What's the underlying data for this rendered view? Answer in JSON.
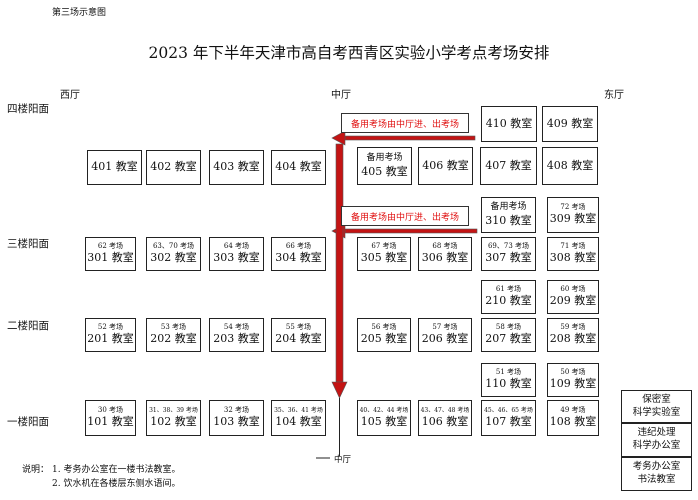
{
  "corner_label": "第三场示意图",
  "title": "2023 年下半年天津市高自考西青区实验小学考点考场安排",
  "halls": {
    "west": "西厅",
    "center": "中厅",
    "east": "东厅",
    "center_bottom": "中厅"
  },
  "floors": {
    "f4": "四楼阳面",
    "f3": "三楼阳面",
    "f2": "二楼阳面",
    "f1": "一楼阳面"
  },
  "notices": {
    "upper": "备用考场由中厅进、出考场",
    "lower": "备用考场由中厅进、出考场"
  },
  "colors": {
    "accent": "#c41414",
    "notice_text": "#e01010",
    "border": "#222222"
  },
  "rooms": {
    "r401": {
      "exam": "",
      "name": "401 教室"
    },
    "r402": {
      "exam": "",
      "name": "402 教室"
    },
    "r403": {
      "exam": "",
      "name": "403 教室"
    },
    "r404": {
      "exam": "",
      "name": "404 教室"
    },
    "r405": {
      "exam": "备用考场",
      "name": "405 教室"
    },
    "r406": {
      "exam": "",
      "name": "406 教室"
    },
    "r407": {
      "exam": "",
      "name": "407 教室"
    },
    "r408": {
      "exam": "",
      "name": "408 教室"
    },
    "r409": {
      "exam": "",
      "name": "409 教室"
    },
    "r410": {
      "exam": "",
      "name": "410 教室"
    },
    "r301": {
      "exam": "62 考场",
      "name": "301 教室"
    },
    "r302": {
      "exam": "63、70 考场",
      "name": "302 教室"
    },
    "r303": {
      "exam": "64 考场",
      "name": "303 教室"
    },
    "r304": {
      "exam": "66 考场",
      "name": "304 教室"
    },
    "r305": {
      "exam": "67 考场",
      "name": "305 教室"
    },
    "r306": {
      "exam": "68 考场",
      "name": "306 教室"
    },
    "r307": {
      "exam": "69、73 考场",
      "name": "307 教室"
    },
    "r308": {
      "exam": "71 考场",
      "name": "308 教室"
    },
    "r309": {
      "exam": "72 考场",
      "name": "309 教室"
    },
    "r310": {
      "exam": "备用考场",
      "name": "310 教室"
    },
    "r201": {
      "exam": "52 考场",
      "name": "201 教室"
    },
    "r202": {
      "exam": "53 考场",
      "name": "202 教室"
    },
    "r203": {
      "exam": "54 考场",
      "name": "203 教室"
    },
    "r204": {
      "exam": "55 考场",
      "name": "204 教室"
    },
    "r205": {
      "exam": "56 考场",
      "name": "205 教室"
    },
    "r206": {
      "exam": "57 考场",
      "name": "206 教室"
    },
    "r207": {
      "exam": "58 考场",
      "name": "207 教室"
    },
    "r208": {
      "exam": "59 考场",
      "name": "208 教室"
    },
    "r209": {
      "exam": "60 考场",
      "name": "209 教室"
    },
    "r210": {
      "exam": "61 考场",
      "name": "210 教室"
    },
    "r101": {
      "exam": "30 考场",
      "name": "101 教室"
    },
    "r102": {
      "exam": "31、38、39 考场",
      "name": "102 教室"
    },
    "r103": {
      "exam": "32 考场",
      "name": "103 教室"
    },
    "r104": {
      "exam": "35、36、41 考场",
      "name": "104 教室"
    },
    "r105": {
      "exam": "40、42、44 考场",
      "name": "105 教室"
    },
    "r106": {
      "exam": "43、47、48 考场",
      "name": "106 教室"
    },
    "r107": {
      "exam": "45、46、65 考场",
      "name": "107 教室"
    },
    "r108": {
      "exam": "49 考场",
      "name": "108 教室"
    },
    "r109": {
      "exam": "50 考场",
      "name": "109 教室"
    },
    "r110": {
      "exam": "51 考场",
      "name": "110 教室"
    }
  },
  "offices": {
    "secret": {
      "line1": "保密室",
      "line2": "科学实验室"
    },
    "violation": {
      "line1": "违纪处理",
      "line2": "科学办公室"
    },
    "exam_office": {
      "line1": "考务办公室",
      "line2": "书法教室"
    }
  },
  "notes": {
    "label": "说明：",
    "item1": "1. 考务办公室在一楼书法教室。",
    "item2": "2. 饮水机在各楼层东侧水语间。"
  }
}
